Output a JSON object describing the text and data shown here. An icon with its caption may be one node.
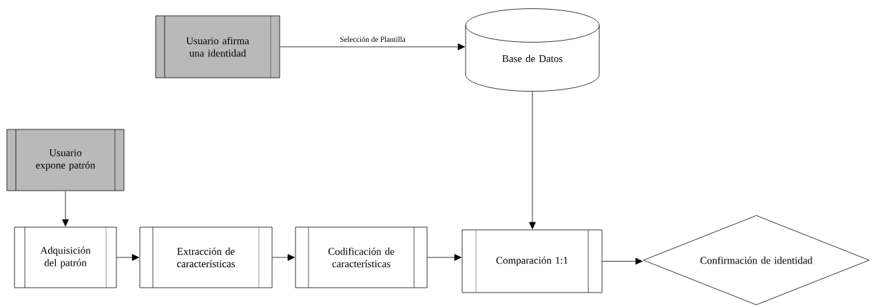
{
  "diagram": {
    "nodes": [
      {
        "text": [
          "Usuario afirma una identidad"
        ]
      },
      {
        "text": [
          "Base de Datos"
        ]
      },
      {
        "text": [
          "Usuario expone patrón"
        ]
      },
      {
        "text": [
          "Adquisición del patrón"
        ]
      },
      {
        "text": [
          "Extracción de características"
        ]
      },
      {
        "text": [
          "Codificación de características"
        ]
      },
      {
        "text": [
          "Comparación 1:1"
        ]
      },
      {
        "text": [
          "Confirmación de identidad"
        ]
      }
    ],
    "edges": [
      {
        "from": 0,
        "to": 1,
        "arrow": "to",
        "label": "Selección de Plantilla"
      },
      {
        "from": 1,
        "to": 6,
        "arrow": "to"
      },
      {
        "from": 2,
        "to": 3,
        "arrow": "to"
      },
      {
        "from": 3,
        "to": 4,
        "arrow": "to"
      },
      {
        "from": 4,
        "to": 5,
        "arrow": "to"
      },
      {
        "from": 5,
        "to": 6,
        "arrow": "to"
      },
      {
        "from": 6,
        "to": 7,
        "arrow": "to"
      }
    ]
  }
}
